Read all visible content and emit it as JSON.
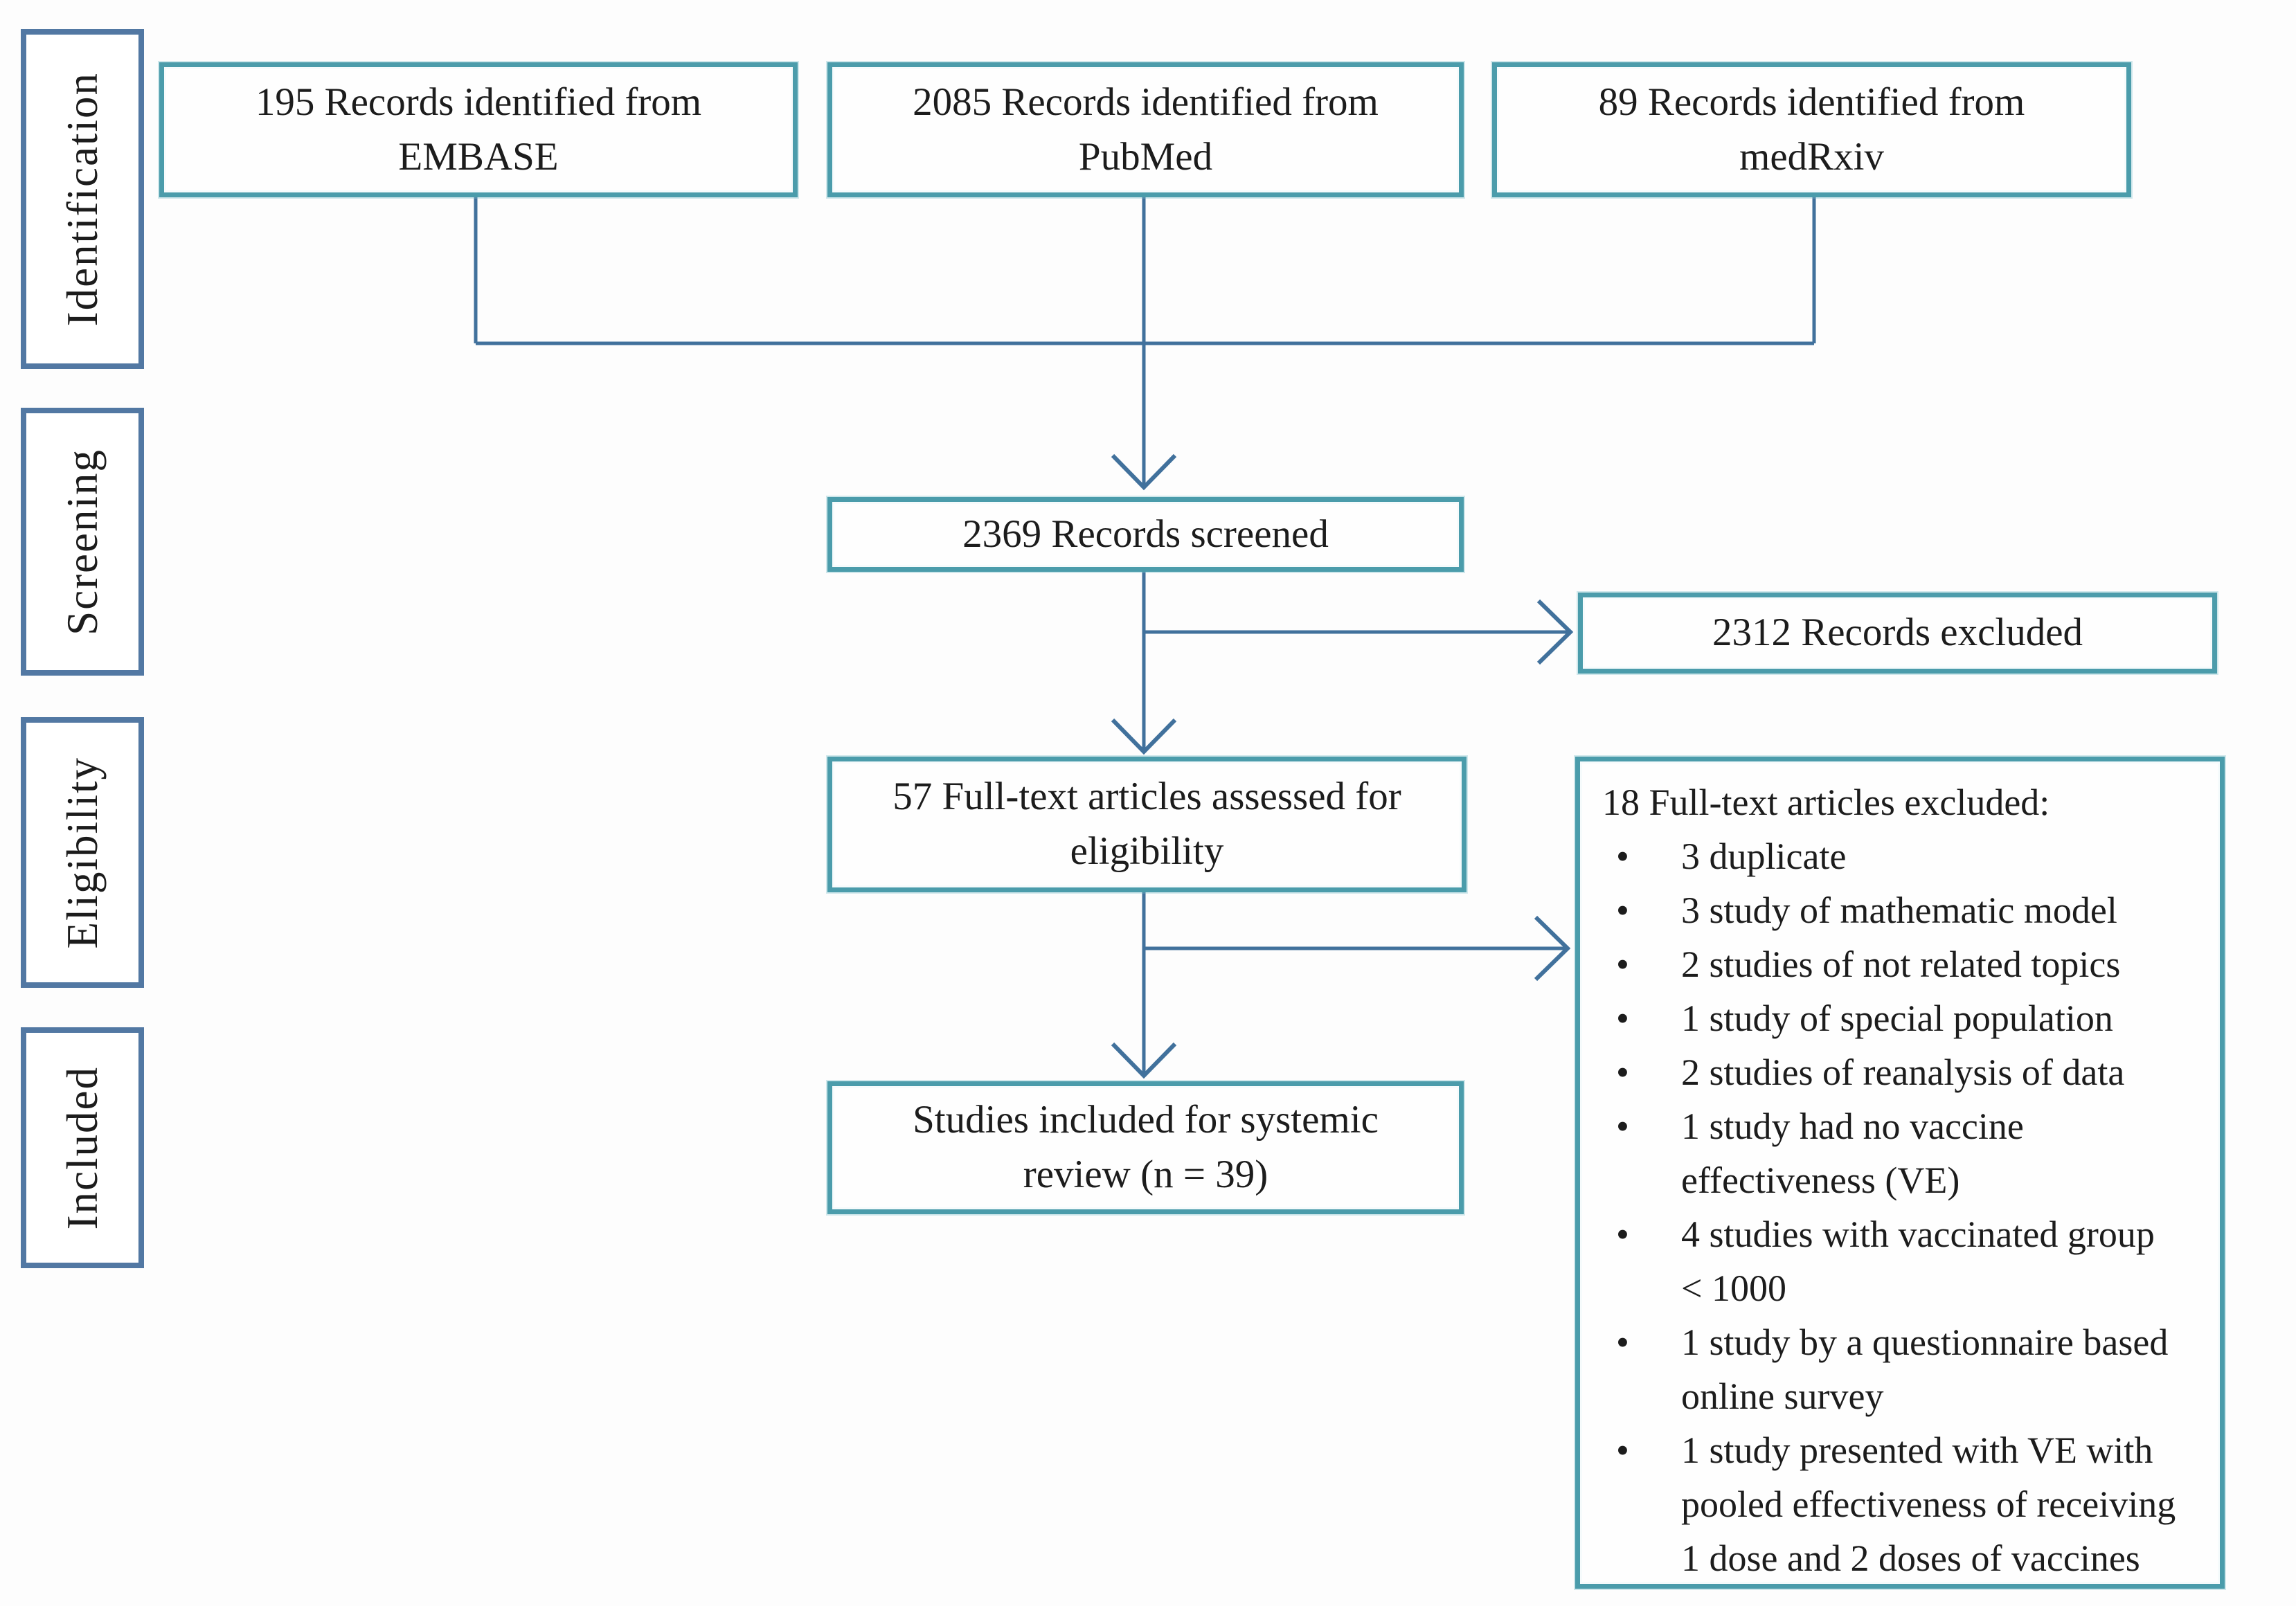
{
  "palette": {
    "box_border_teal": "#4b9cab",
    "sidebar_border_blue": "#5278a3",
    "arrow_blue": "#41719c",
    "text_color": "#1c1c1c",
    "page_bg": "#fdfdfd"
  },
  "sidebar": {
    "stages": [
      {
        "label": "Identification"
      },
      {
        "label": "Screening"
      },
      {
        "label": "Eligibility"
      },
      {
        "label": "Included"
      }
    ]
  },
  "boxes": {
    "embase": "195 Records identified from\nEMBASE",
    "pubmed": "2085 Records identified from\nPubMed",
    "medrxiv": "89 Records identified from\nmedRxiv",
    "screened": "2369 Records screened",
    "records_excluded": "2312 Records excluded",
    "fulltext_assessed": "57 Full-text articles assessed for\neligibility",
    "included_studies": "Studies included for systemic\nreview (n = 39)"
  },
  "excluded_detail": {
    "title": "18 Full-text articles excluded:",
    "bullet_glyph": "•",
    "items": [
      "3 duplicate",
      "3 study of mathematic model",
      "2 studies of not related topics",
      "1 study of special population",
      "2 studies of reanalysis of data",
      "1 study had no vaccine\neffectiveness (VE)",
      "4 studies with vaccinated group\n< 1000",
      "1 study by a questionnaire based\nonline survey",
      "1 study presented with VE with\npooled effectiveness of receiving\n1 dose and 2 doses of vaccines"
    ]
  }
}
